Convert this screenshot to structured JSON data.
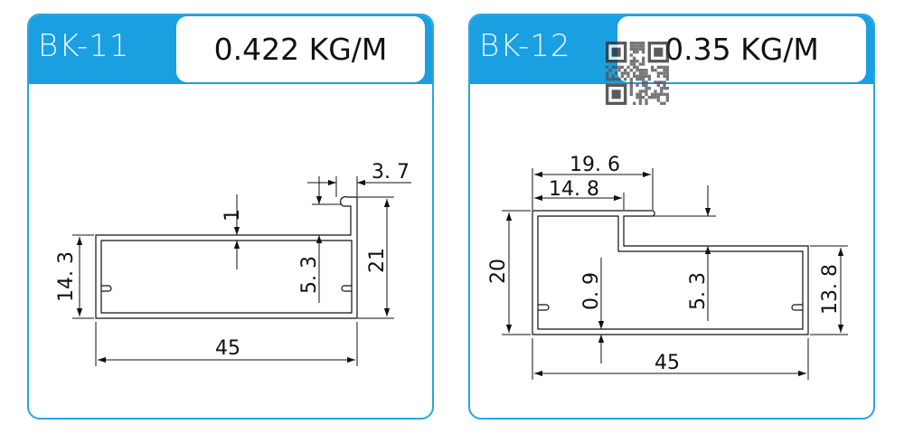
{
  "profiles": [
    {
      "code": "BK-11",
      "weight": "0.422 KG/M",
      "dimensions": {
        "height_inner": "14. 3",
        "height_total": "21",
        "width": "45",
        "wall": "1",
        "lip_depth": "5. 3",
        "lip_width": "3. 7"
      }
    },
    {
      "code": "BK-12",
      "weight": "0.35 KG/M",
      "dimensions": {
        "height_total": "20",
        "height_right": "13. 8",
        "width": "45",
        "top_long": "19. 6",
        "top_short": "14. 8",
        "wall": "0. 9",
        "step": "5. 3"
      }
    }
  ],
  "colors": {
    "accent": "#1a9fe0",
    "border": "#2aa6e3",
    "line": "#111111"
  }
}
